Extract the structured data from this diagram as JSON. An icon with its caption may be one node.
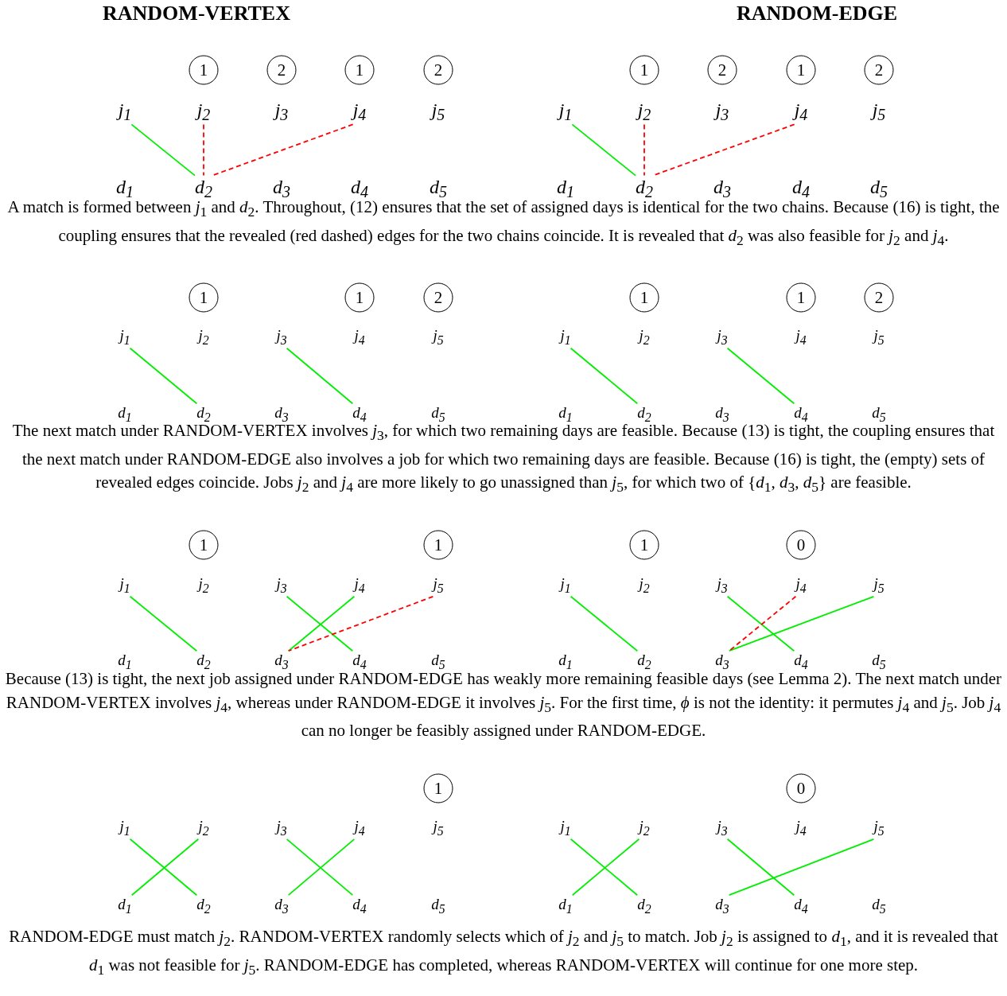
{
  "diagram": {
    "nodes": [
      {
        "text": [
          "1"
        ]
      },
      {
        "text": [
          "2"
        ]
      },
      {
        "text": [
          "1"
        ]
      },
      {
        "text": [
          "2"
        ]
      },
      {
        "text": [
          "j$_{1}$"
        ]
      },
      {
        "text": [
          "j$_{2}$"
        ]
      },
      {
        "text": [
          "j$_{3}$"
        ]
      },
      {
        "text": [
          "j$_{4}$"
        ]
      },
      {
        "text": [
          "j$_{5}$"
        ]
      },
      {
        "text": [
          "d$_{1}$"
        ]
      },
      {
        "text": [
          "d$_{2}$"
        ]
      },
      {
        "text": [
          "d$_{3}$"
        ]
      },
      {
        "text": [
          "d$_{4}$"
        ]
      },
      {
        "text": [
          "d$_{5}$"
        ]
      },
      {
        "text": [
          "1"
        ]
      },
      {
        "text": [
          "2"
        ]
      },
      {
        "text": [
          "1"
        ]
      },
      {
        "text": [
          "2"
        ]
      },
      {
        "text": [
          "j$_{1}$"
        ]
      },
      {
        "text": [
          "j$_{2}$"
        ]
      },
      {
        "text": [
          "j$_{3}$"
        ]
      },
      {
        "text": [
          "j$_{4}$"
        ]
      },
      {
        "text": [
          "j$_{5}$"
        ]
      },
      {
        "text": [
          "d$_{1}$"
        ]
      },
      {
        "text": [
          "d$_{2}$"
        ]
      },
      {
        "text": [
          "d$_{3}$"
        ]
      },
      {
        "text": [
          "d$_{4}$"
        ]
      },
      {
        "text": [
          "d$_{5}$"
        ]
      },
      {
        "text": [
          "1"
        ]
      },
      {
        "text": [
          "1"
        ]
      },
      {
        "text": [
          "2"
        ]
      },
      {
        "text": [
          "j$_{1}$"
        ]
      },
      {
        "text": [
          "j$_{2}$"
        ]
      },
      {
        "text": [
          "j$_{3}$"
        ]
      },
      {
        "text": [
          "j$_{4}$"
        ]
      },
      {
        "text": [
          "j$_{5}$"
        ]
      },
      {
        "text": [
          "d$_{1}$"
        ]
      },
      {
        "text": [
          "d$_{2}$"
        ]
      },
      {
        "text": [
          "d$_{3}$"
        ]
      },
      {
        "text": [
          "d$_{4}$"
        ]
      },
      {
        "text": [
          "d$_{5}$"
        ]
      },
      {
        "text": [
          "1"
        ]
      },
      {
        "text": [
          "1"
        ]
      },
      {
        "text": [
          "2"
        ]
      },
      {
        "text": [
          "j$_{1}$"
        ]
      },
      {
        "text": [
          "j$_{2}$"
        ]
      },
      {
        "text": [
          "j$_{3}$"
        ]
      },
      {
        "text": [
          "j$_{4}$"
        ]
      },
      {
        "text": [
          "j$_{5}$"
        ]
      },
      {
        "text": [
          "d$_{1}$"
        ]
      },
      {
        "text": [
          "d$_{2}$"
        ]
      },
      {
        "text": [
          "d$_{3}$"
        ]
      },
      {
        "text": [
          "d$_{4}$"
        ]
      },
      {
        "text": [
          "d$_{5}$"
        ]
      },
      {
        "text": [
          "1"
        ]
      },
      {
        "text": [
          "1"
        ]
      },
      {
        "text": [
          "j$_{1}$"
        ]
      },
      {
        "text": [
          "j$_{2}$"
        ]
      },
      {
        "text": [
          "j$_{3}$"
        ]
      },
      {
        "text": [
          "j$_{4}$"
        ]
      },
      {
        "text": [
          "j$_{5}$"
        ]
      },
      {
        "text": [
          "d$_{1}$"
        ]
      },
      {
        "text": [
          "d$_{2}$"
        ]
      },
      {
        "text": [
          "d$_{3}$"
        ]
      },
      {
        "text": [
          "d$_{4}$"
        ]
      },
      {
        "text": [
          "d$_{5}$"
        ]
      },
      {
        "text": [
          "1"
        ]
      },
      {
        "text": [
          "0"
        ]
      },
      {
        "text": [
          "j$_{1}$"
        ]
      },
      {
        "text": [
          "j$_{2}$"
        ]
      },
      {
        "text": [
          "j$_{3}$"
        ]
      },
      {
        "text": [
          "j$_{4}$"
        ]
      },
      {
        "text": [
          "j$_{5}$"
        ]
      },
      {
        "text": [
          "d$_{1}$"
        ]
      },
      {
        "text": [
          "d$_{2}$"
        ]
      },
      {
        "text": [
          "d$_{3}$"
        ]
      },
      {
        "text": [
          "d$_{4}$"
        ]
      },
      {
        "text": [
          "d$_{5}$"
        ]
      },
      {
        "text": [
          "1"
        ]
      },
      {
        "text": [
          "j$_{1}$"
        ]
      },
      {
        "text": [
          "j$_{2}$"
        ]
      },
      {
        "text": [
          "j$_{3}$"
        ]
      },
      {
        "text": [
          "j$_{4}$"
        ]
      },
      {
        "text": [
          "j$_{5}$"
        ]
      },
      {
        "text": [
          "d$_{1}$"
        ]
      },
      {
        "text": [
          "d$_{2}$"
        ]
      },
      {
        "text": [
          "d$_{3}$"
        ]
      },
      {
        "text": [
          "d$_{4}$"
        ]
      },
      {
        "text": [
          "d$_{5}$"
        ]
      },
      {
        "text": [
          "0"
        ]
      },
      {
        "text": [
          "j$_{1}$"
        ]
      },
      {
        "text": [
          "j$_{2}$"
        ]
      },
      {
        "text": [
          "j$_{3}$"
        ]
      },
      {
        "text": [
          "j$_{4}$"
        ]
      },
      {
        "text": [
          "j$_{5}$"
        ]
      },
      {
        "text": [
          "d$_{1}$"
        ]
      },
      {
        "text": [
          "d$_{2}$"
        ]
      },
      {
        "text": [
          "d$_{3}$"
        ]
      },
      {
        "text": [
          "d$_{4}$"
        ]
      },
      {
        "text": [
          "d$_{5}$"
        ]
      }
    ],
    "edges": [
      {
        "from": 4,
        "to": 10,
        "arrow": "none"
      },
      {
        "from": 5,
        "to": 10,
        "arrow": "none",
        "style": "dashed",
        "color": "#ff0000"
      },
      {
        "from": 7,
        "to": 10,
        "arrow": "none",
        "style": "dashed",
        "color": "#ff0000"
      },
      {
        "from": 18,
        "to": 24,
        "arrow": "none"
      },
      {
        "from": 19,
        "to": 24,
        "arrow": "none",
        "style": "dashed",
        "color": "#ff0000"
      },
      {
        "from": 21,
        "to": 24,
        "arrow": "none",
        "style": "dashed",
        "color": "#ff0000"
      },
      {
        "from": 31,
        "to": 37,
        "arrow": "none"
      },
      {
        "from": 33,
        "to": 39,
        "arrow": "none"
      },
      {
        "from": 44,
        "to": 50,
        "arrow": "none"
      },
      {
        "from": 46,
        "to": 52,
        "arrow": "none"
      },
      {
        "from": 56,
        "to": 62,
        "arrow": "none"
      },
      {
        "from": 58,
        "to": 64,
        "arrow": "none"
      },
      {
        "from": 59,
        "to": 63,
        "arrow": "none"
      },
      {
        "from": 60,
        "to": 63,
        "arrow": "none",
        "style": "dashed",
        "color": "#ff0000"
      },
      {
        "from": 68,
        "to": 74,
        "arrow": "none"
      },
      {
        "from": 70,
        "to": 76,
        "arrow": "none"
      },
      {
        "from": 72,
        "to": 75,
        "arrow": "none"
      },
      {
        "from": 71,
        "to": 75,
        "arrow": "none",
        "style": "dashed",
        "color": "#ff0000"
      },
      {
        "from": 79,
        "to": 85,
        "arrow": "none"
      },
      {
        "from": 80,
        "to": 84,
        "arrow": "none"
      },
      {
        "from": 81,
        "to": 87,
        "arrow": "none"
      },
      {
        "from": 82,
        "to": 86,
        "arrow": "none"
      },
      {
        "from": 90,
        "to": 96,
        "arrow": "none"
      },
      {
        "from": 91,
        "to": 95,
        "arrow": "none"
      },
      {
        "from": 92,
        "to": 98,
        "arrow": "none"
      },
      {
        "from": 94,
        "to": 97,
        "arrow": "none"
      }
    ],
    "labels": [
      "RANDOM-VERTEX",
      "RANDOM-EDGE",
      "A match is formed between *j*$_{1}$ and *d*$_{2}$. Throughout, (12) ensures that the set of assigned days is identical for the two chains. Because (16) is tight, the coupling ensures that the revealed (red dashed) edges for the two chains coincide. It is revealed that *d*$_{2}$ was also feasible for *j*$_{2}$ and *j*$_{4}$.",
      "The next match under RANDOM-VERTEX involves *j*$_{3}$, for which two remaining days are feasible. Because (13) is tight, the coupling ensures that the next match under RANDOM-EDGE also involves a job for which two remaining days are feasible. Because (16) is tight, the (empty) sets of revealed edges coincide. Jobs *j*$_{2}$ and *j*$_{4}$ are more likely to go unassigned than *j*$_{5}$, for which two of {*d*$_{1}$, *d*$_{3}$, *d*$_{5}$} are feasible.",
      "Because (13) is tight, the next job assigned under RANDOM-EDGE has weakly more remaining feasible days (see Lemma 2). The next match under RANDOM-VERTEX involves *j*$_{4}$, whereas under RANDOM-EDGE it involves *j*$_{5}$. For the first time, *ϕ* is not the identity: it permutes *j*$_{4}$ and *j*$_{5}$. Job *j*$_{4}$ can no longer be feasibly assigned under RANDOM-EDGE.",
      "RANDOM-EDGE must match *j*$_{2}$. RANDOM-VERTEX randomly selects which of *j*$_{2}$ and *j*$_{5}$ to match. Job *j*$_{2}$ is assigned to *d*$_{1}$, and it is revealed that *d*$_{1}$ was not feasible for *j*$_{5}$. RANDOM-EDGE has completed, whereas RANDOM-VERTEX will continue for one more step."
    ]
  }
}
